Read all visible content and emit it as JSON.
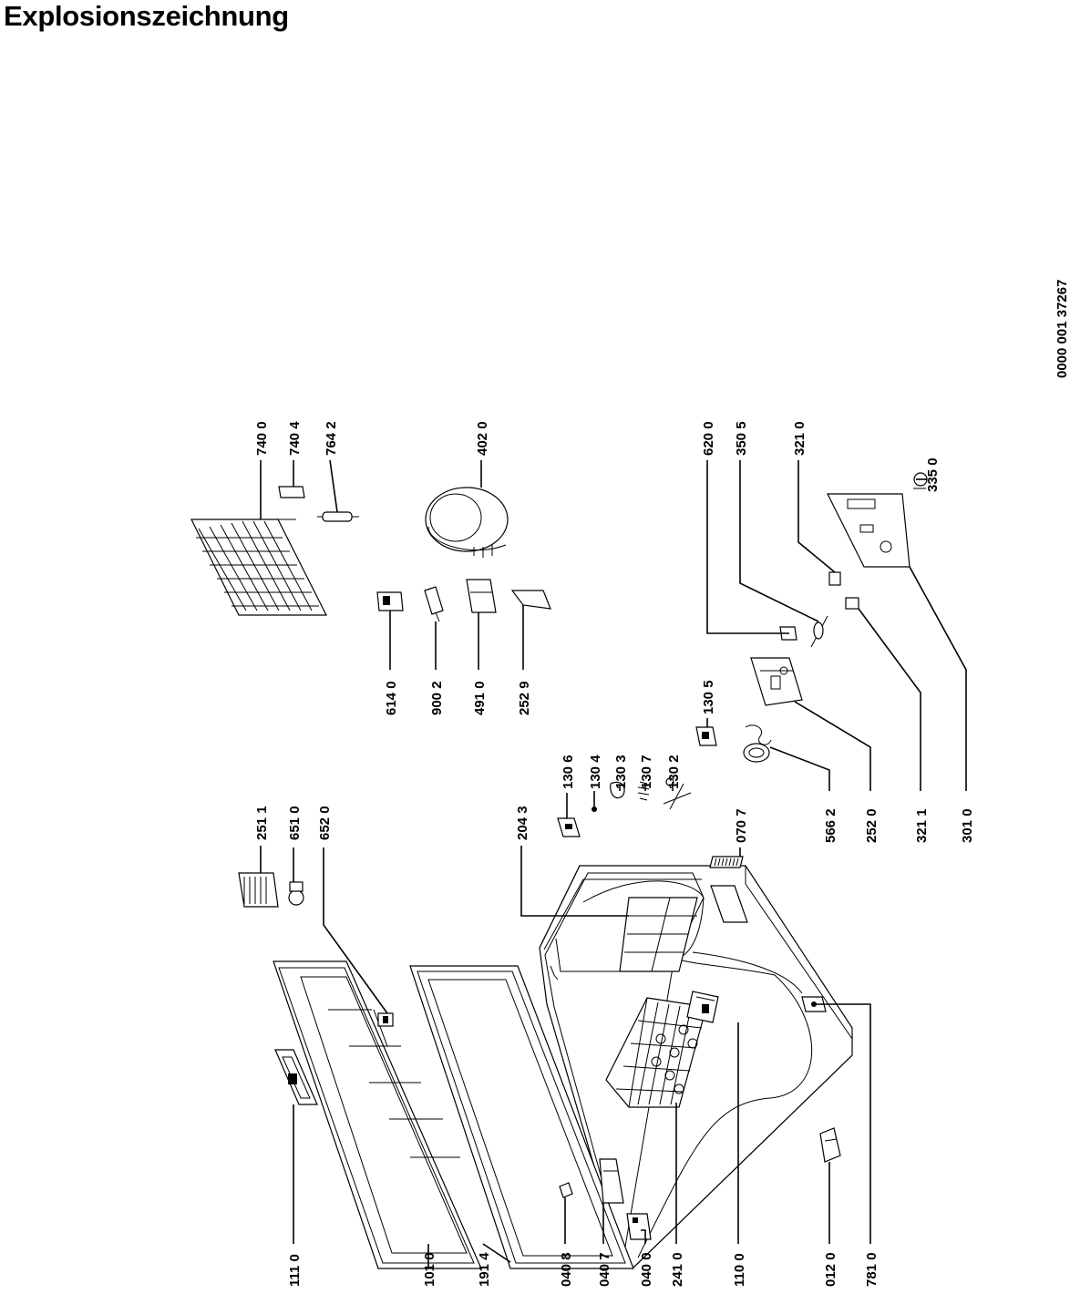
{
  "title": "Explosionszeichnung",
  "document_number": "0000 001 37267",
  "callouts": [
    {
      "id": "c-1110",
      "label": "111 0"
    },
    {
      "id": "c-1010",
      "label": "101 0"
    },
    {
      "id": "c-1914",
      "label": "191 4"
    },
    {
      "id": "c-0408",
      "label": "040 8"
    },
    {
      "id": "c-0407",
      "label": "040 7"
    },
    {
      "id": "c-0400",
      "label": "040 0"
    },
    {
      "id": "c-2410",
      "label": "241 0"
    },
    {
      "id": "c-1100",
      "label": "110 0"
    },
    {
      "id": "c-0120",
      "label": "012 0"
    },
    {
      "id": "c-7810",
      "label": "781 0"
    },
    {
      "id": "c-2511",
      "label": "251 1"
    },
    {
      "id": "c-6510",
      "label": "651 0"
    },
    {
      "id": "c-6520",
      "label": "652 0"
    },
    {
      "id": "c-2043",
      "label": "204 3"
    },
    {
      "id": "c-1306",
      "label": "130 6"
    },
    {
      "id": "c-1304",
      "label": "130 4"
    },
    {
      "id": "c-1303",
      "label": "130 3"
    },
    {
      "id": "c-1307",
      "label": "130 7"
    },
    {
      "id": "c-1302",
      "label": "130 2"
    },
    {
      "id": "c-1305",
      "label": "130 5"
    },
    {
      "id": "c-0707",
      "label": "070 7"
    },
    {
      "id": "c-5662",
      "label": "566 2"
    },
    {
      "id": "c-2520",
      "label": "252 0"
    },
    {
      "id": "c-3211",
      "label": "321 1"
    },
    {
      "id": "c-3010",
      "label": "301 0"
    },
    {
      "id": "c-6140",
      "label": "614 0"
    },
    {
      "id": "c-9002",
      "label": "900 2"
    },
    {
      "id": "c-4910",
      "label": "491 0"
    },
    {
      "id": "c-2529",
      "label": "252 9"
    },
    {
      "id": "c-7400",
      "label": "740 0"
    },
    {
      "id": "c-7404",
      "label": "740 4"
    },
    {
      "id": "c-7642",
      "label": "764 2"
    },
    {
      "id": "c-4020",
      "label": "402 0"
    },
    {
      "id": "c-6200",
      "label": "620 0"
    },
    {
      "id": "c-3505",
      "label": "350 5"
    },
    {
      "id": "c-3210",
      "label": "321 0"
    },
    {
      "id": "c-3350",
      "label": "335 0"
    }
  ]
}
